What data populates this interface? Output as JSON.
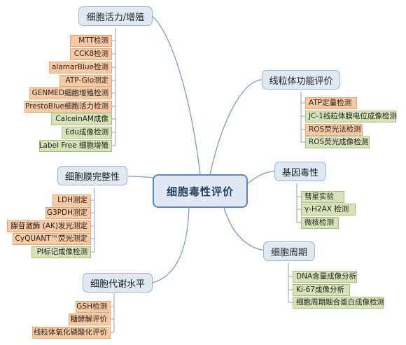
{
  "central": "细胞毒性评价",
  "branches": {
    "viability": {
      "label": "细胞活力/增殖",
      "items": [
        "MTT检测",
        "CCK8检测",
        "alamarBlue检测",
        "ATP-Glo测定",
        "GENMED细胞增殖检测",
        "PrestoBlue细胞活力检测",
        "CalceinAM成像",
        "Edu成像检测",
        "Label Free 细胞增殖"
      ]
    },
    "membrane": {
      "label": "细胞膜完整性",
      "items": [
        "LDH测定",
        "G3PDH测定",
        "腺苷激酶 (AK)发光测定",
        "CyQUANT™荧光测定",
        "PI标记成像检测"
      ]
    },
    "metabolism": {
      "label": "细胞代谢水平",
      "items": [
        "GSH检测",
        "糖酵解评价",
        "线粒体氧化磷酸化评价"
      ]
    },
    "mitochondria": {
      "label": "线粒体功能评价",
      "items": [
        "ATP定量检测",
        "JC-1线粒体膜电位成像检测",
        "ROS荧光法检测",
        "ROS荧光成像检测"
      ]
    },
    "genotox": {
      "label": "基因毒性",
      "items": [
        "彗星实验",
        "γ-H2AX 检测",
        "微核检测"
      ]
    },
    "cellcycle": {
      "label": "细胞周期",
      "items": [
        "DNA含量成像分析",
        "Ki-67成像分析",
        "细胞周期融合蛋白成像检测"
      ]
    }
  },
  "colors": {
    "orange": "#f9c9a3",
    "green": "#d6e3b8",
    "branch": "#dfe8f3",
    "line": "#7a9cc6"
  }
}
